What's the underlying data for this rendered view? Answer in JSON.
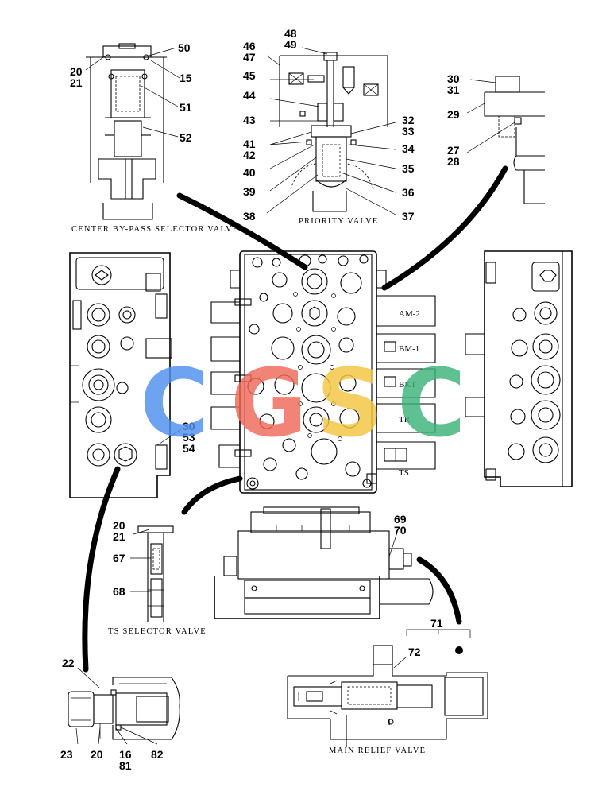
{
  "captions": {
    "center_bypass": "CENTER  BY-PASS  SELECTOR  VALVE",
    "priority": "PRIORITY  VALVE",
    "ts_selector": "TS  SELECTOR  VALVE",
    "main_relief": "MAIN  RELIEF  VALVE"
  },
  "ports": {
    "am2": "AM-2",
    "bm1": "BM-1",
    "bkt": "BKT",
    "tr": "TR",
    "ts": "TS"
  },
  "watermark": {
    "letters": [
      "C",
      "G",
      "S",
      "C"
    ],
    "colors": [
      "#4f8ff0",
      "#f06a5a",
      "#f5c542",
      "#3db37a"
    ]
  },
  "callouts": {
    "c50": "50",
    "c20a": "20",
    "c21a": "21",
    "c15": "15",
    "c51": "51",
    "c52": "52",
    "c48": "48",
    "c49": "49",
    "c46": "46",
    "c47": "47",
    "c45": "45",
    "c44": "44",
    "c43": "43",
    "c41": "41",
    "c42": "42",
    "c40": "40",
    "c39": "39",
    "c38": "38",
    "c32": "32",
    "c33": "33",
    "c34": "34",
    "c35": "35",
    "c36": "36",
    "c37": "37",
    "c30a": "30",
    "c31": "31",
    "c29": "29",
    "c27": "27",
    "c28": "28",
    "c30b": "30",
    "c53": "53",
    "c54": "54",
    "c20b": "20",
    "c21b": "21",
    "c67": "67",
    "c68": "68",
    "c69": "69",
    "c70": "70",
    "c71": "71",
    "c72": "72",
    "c22": "22",
    "c23": "23",
    "c20c": "20",
    "c16": "16",
    "c81": "81",
    "c82": "82"
  }
}
